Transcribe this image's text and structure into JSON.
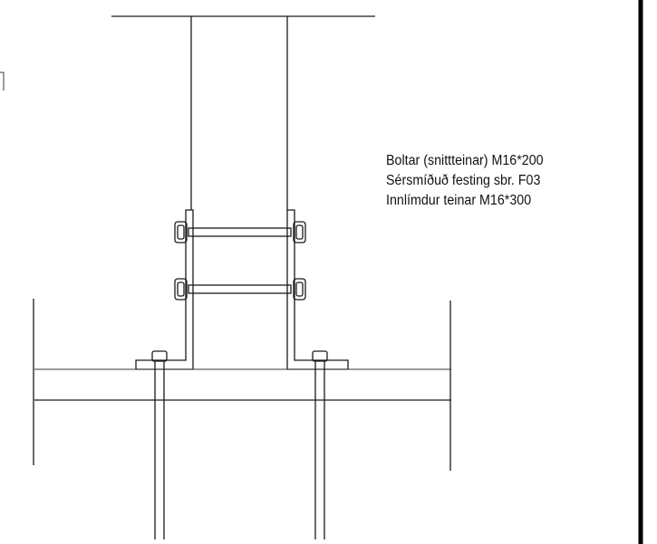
{
  "annotations": [
    "Boltar (snittteinar) M16*200",
    "Sérsmíðuð festing sbr. F03",
    "Innlímdur teinar M16*300"
  ]
}
